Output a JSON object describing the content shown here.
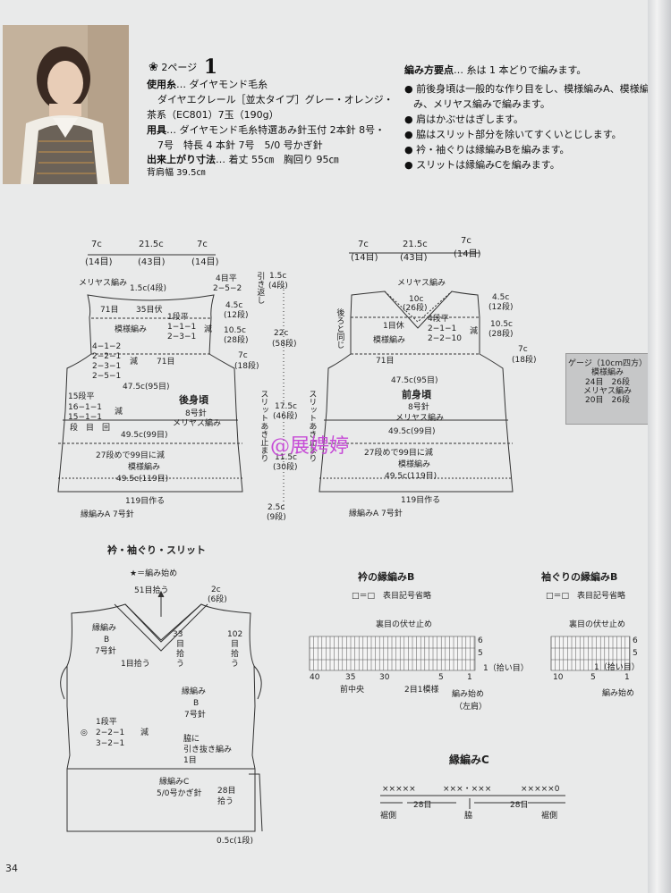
{
  "header": {
    "page_ref_icon": "swirl-icon",
    "page_ref": "2ページ",
    "pattern_no": "1",
    "yarn_label": "使用糸",
    "yarn_text": "… ダイヤモンド毛糸",
    "yarn_line2": "ダイヤエクレール［並太タイプ］グレー・オレンジ・",
    "yarn_line3": "茶系（EC801）7玉（190g）",
    "tools_label": "用具",
    "tools_text": "… ダイヤモンド毛糸特選あみ針玉付 2本針 8号・",
    "tools_line2": "7号　特長 4 本針 7号　5/0 号かぎ針",
    "size_label": "出来上がり寸法",
    "size_text": "… 着丈 55㎝　胸回り 95㎝",
    "size_line2": "背肩幅 39.5㎝"
  },
  "tips": {
    "title": "編み方要点",
    "intro": "… 糸は 1 本どりで編みます。",
    "items": [
      "前後身頃は一般的な作り目をし、模様編みA、模様編",
      "み、メリヤス編みで編みます。",
      "肩はかぶせはぎします。",
      "脇はスリット部分を除いてすくいとじします。",
      "衿・袖ぐりは縁編みBを編みます。",
      "スリットは縁編みCを編みます。"
    ]
  },
  "gauge": {
    "title": "ゲージ（10cm四方）",
    "row1": "模様編み",
    "row2": "24目　26段",
    "row3": "メリヤス編み",
    "row4": "20目　26段"
  },
  "back": {
    "top_dims": [
      "7c",
      "(14目)",
      "21.5c",
      "(43目)",
      "7c",
      "(14目)"
    ],
    "labels": {
      "meriyasu": "メリヤス編み",
      "neck_flat": "1.5c(4段)",
      "shoulder_rows": "4目平",
      "shoulder_seq": "2−5−2",
      "hikikaeshi": "引き返し",
      "rows71": "71目",
      "bind35": "35目伏",
      "flat1": "1段平",
      "seq1": "1−1−1",
      "seq2": "2−3−1",
      "gen": "減",
      "moyou": "模様編み",
      "d45": "4.5c",
      "d12": "(12段)",
      "d105": "10.5c",
      "d28": "(28段)",
      "l1": "4−1−2",
      "l2": "2−2−1",
      "l3": "2−3−1",
      "l4": "2−5−1",
      "g71": "71目",
      "d7": "7c",
      "d18": "(18段)",
      "w475": "47.5c(95目)",
      "title": "後身頃",
      "needle": "8号針",
      "merry": "メリヤス編み",
      "s15": "15段平",
      "s16": "16−1−1",
      "s151": "15−1−1",
      "dan": "段　目　回",
      "w495": "49.5c(99目)",
      "dec27": "27段めで99目に減",
      "moyou2": "模様編み",
      "w4951": "49.5c(119目)",
      "cast": "119目作る",
      "beA": "縁編みA 7号針"
    }
  },
  "mid": {
    "r15": "1.5c",
    "r4": "(4段)",
    "r22": "22c",
    "r58": "(58段)",
    "slit_top": "スリットあき止まり",
    "r175": "17.5c",
    "r46": "(46段)",
    "slit_left": "スリットあき止まり",
    "r115": "11.5c",
    "r30": "(30段)",
    "r25": "2.5c",
    "r9": "(9段)"
  },
  "front": {
    "top_dims": [
      "7c",
      "(14目)",
      "21.5c",
      "(43目)",
      "7c",
      "(14目)"
    ],
    "labels": {
      "meriyasu": "メリヤス編み",
      "d10": "10c",
      "d26": "(26段)",
      "same": "後ろと同じ",
      "bind1": "1目休",
      "flat4": "4段平",
      "seq1": "2−1−1",
      "seq2": "2−2−10",
      "gen": "減",
      "moyou": "模様編み",
      "g71": "71目",
      "d45": "4.5c",
      "d12": "(12段)",
      "d105": "10.5c",
      "d28": "(28段)",
      "d7": "7c",
      "d18": "(18段)",
      "w475": "47.5c(95目)",
      "title": "前身頃",
      "needle": "8号針",
      "merry": "メリヤス編み",
      "w495": "49.5c(99目)",
      "dec27": "27段めで99目に減",
      "moyou2": "模様編み",
      "w4951": "49.5c(119目)",
      "cast": "119目作る",
      "beA": "縁編みA 7号針"
    }
  },
  "watermark": "@展娉婷",
  "collar": {
    "title": "衿・袖ぐり・スリット",
    "star": "★＝編み始め",
    "s51": "51目拾う",
    "s2c": "2c",
    "s6": "(6段)",
    "beB": "縁編み",
    "B": "B",
    "n7": "7号針",
    "pick1": "1目拾う",
    "s33": "33",
    "s33b": "目",
    "s33c": "拾",
    "s33d": "う",
    "s102": "102",
    "s102b": "目",
    "s102c": "拾",
    "s102d": "う",
    "beB2": "縁編み",
    "B2": "B",
    "n72": "7号針",
    "flat1": "1段平",
    "seq1": "2−2−1",
    "seq2": "3−2−1",
    "gen": "減",
    "waki": "脇に",
    "hiki": "引き抜き編み",
    "one": "1目",
    "beC": "縁編みC",
    "hook": "5/0号かぎ針",
    "s28": "28目",
    "s28b": "拾う",
    "s05": "0.5c(1段)"
  },
  "collarB": {
    "title": "衿の縁編みB",
    "legend": "□＝□　表目記号省略",
    "bind": "裏目の伏せ止め",
    "n40": "40",
    "n35": "35",
    "n30": "30",
    "n5": "5",
    "n1": "1",
    "r6": "6",
    "r5": "5",
    "r1": "1（拾い目）",
    "center": "前中央",
    "repeat": "2目1模様",
    "start": "編み始め",
    "left": "（左肩）"
  },
  "armB": {
    "title": "袖ぐりの縁編みB",
    "legend": "□＝□　表目記号省略",
    "bind": "裏目の伏せ止め",
    "n10": "10",
    "n5": "5",
    "n1": "1",
    "r6": "6",
    "r5": "5",
    "r1": "1（拾い目）",
    "start": "編み始め"
  },
  "edgeC": {
    "title": "縁編みC",
    "x1": "×××××",
    "x2": "×××・×××",
    "x3": "×××××0",
    "s28a": "28目",
    "s28b": "28目",
    "hem1": "裾側",
    "waki": "脇",
    "hem2": "裾側"
  },
  "page_number": "34"
}
